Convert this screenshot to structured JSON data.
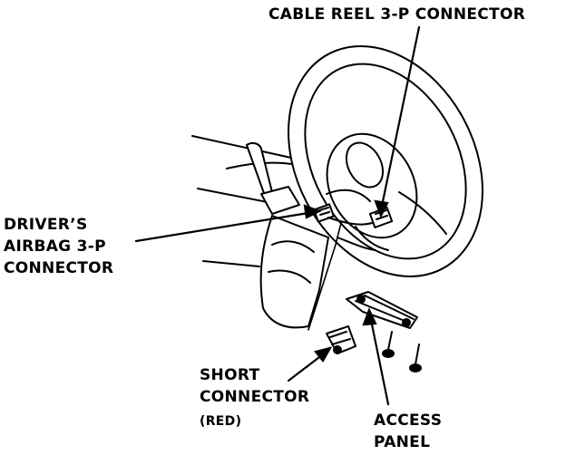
{
  "labels": {
    "cable_reel": "CABLE REEL 3-P CONNECTOR",
    "driver_airbag_1": "DRIVER’S",
    "driver_airbag_2": "AIRBAG 3-P",
    "driver_airbag_3": "CONNECTOR",
    "short_connector_1": "SHORT",
    "short_connector_2": "CONNECTOR",
    "short_connector_3": "(RED)",
    "access_panel_1": "ACCESS",
    "access_panel_2": "PANEL"
  },
  "colors": {
    "ink": "#000000",
    "paper": "#ffffff"
  }
}
